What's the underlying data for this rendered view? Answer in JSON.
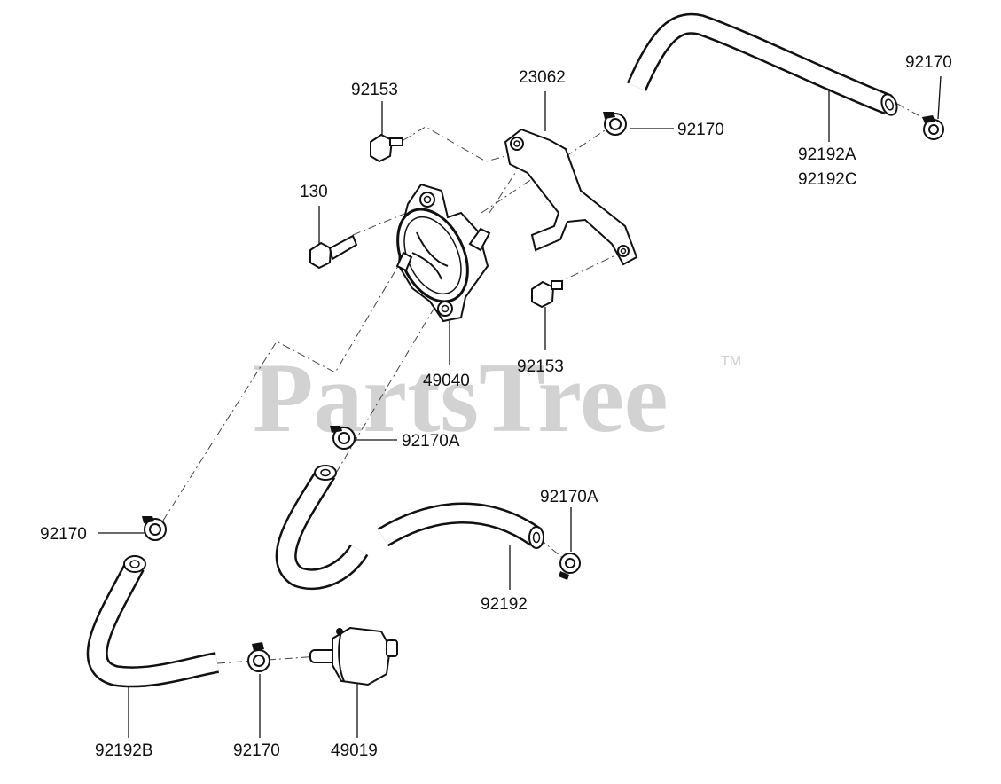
{
  "watermark": {
    "text": "PartsTree",
    "trademark": "TM"
  },
  "labels": {
    "p92153_top": "92153",
    "p23062": "23062",
    "p92170_top_right": "92170",
    "p92170_mid": "92170",
    "p92192A": "92192A",
    "p92192C": "92192C",
    "p130": "130",
    "p49040": "49040",
    "p92153_bottom": "92153",
    "p92170A_upper": "92170A",
    "p92170A_lower": "92170A",
    "p92170_left": "92170",
    "p92192": "92192",
    "p92192B": "92192B",
    "p92170_bottom": "92170",
    "p49019": "49019"
  }
}
